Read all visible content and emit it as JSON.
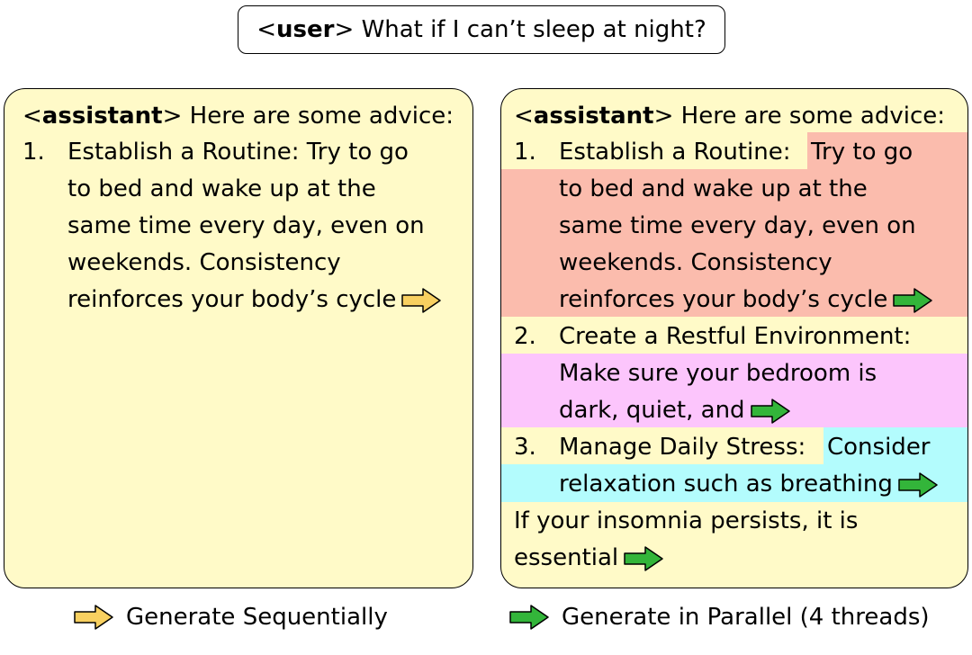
{
  "user_prompt": {
    "tag": "user",
    "text": "What if I can’t sleep at night?"
  },
  "assistant_tag": "assistant",
  "intro": "Here are some advice:",
  "sequential": {
    "item1_num": "1.",
    "item1_lines": [
      "Establish a Routine: Try to go",
      "to bed and wake up at the",
      "same time every day, even on",
      "weekends. Consistency",
      "reinforces your body’s cycle"
    ]
  },
  "parallel": {
    "item1_num": "1.",
    "item1_title": "Establish a Routine:",
    "item1_first": "Try to go",
    "item1_rest": [
      "to bed and wake up at the",
      "same time every day, even on",
      "weekends. Consistency",
      "reinforces your body’s cycle"
    ],
    "item2_num": "2.",
    "item2_title": "Create a Restful Environment:",
    "item2_lines": [
      "Make sure your bedroom is",
      "dark, quiet, and"
    ],
    "item3_num": "3.",
    "item3_title": "Manage Daily Stress:",
    "item3_first": "Consider",
    "item3_rest": [
      "relaxation such as breathing"
    ],
    "closing_lines": [
      "If your insomnia persists, it is",
      "essential"
    ]
  },
  "legend": {
    "sequential": "Generate Sequentially",
    "parallel": "Generate in Parallel (4 threads)"
  },
  "colors": {
    "panel_bg": "#fffac8",
    "thread1": "#fbbcad",
    "thread2": "#fcc5fc",
    "thread3": "#b3fcfd",
    "arrow_sequential": "#f8d060",
    "arrow_parallel": "#33b53a"
  }
}
